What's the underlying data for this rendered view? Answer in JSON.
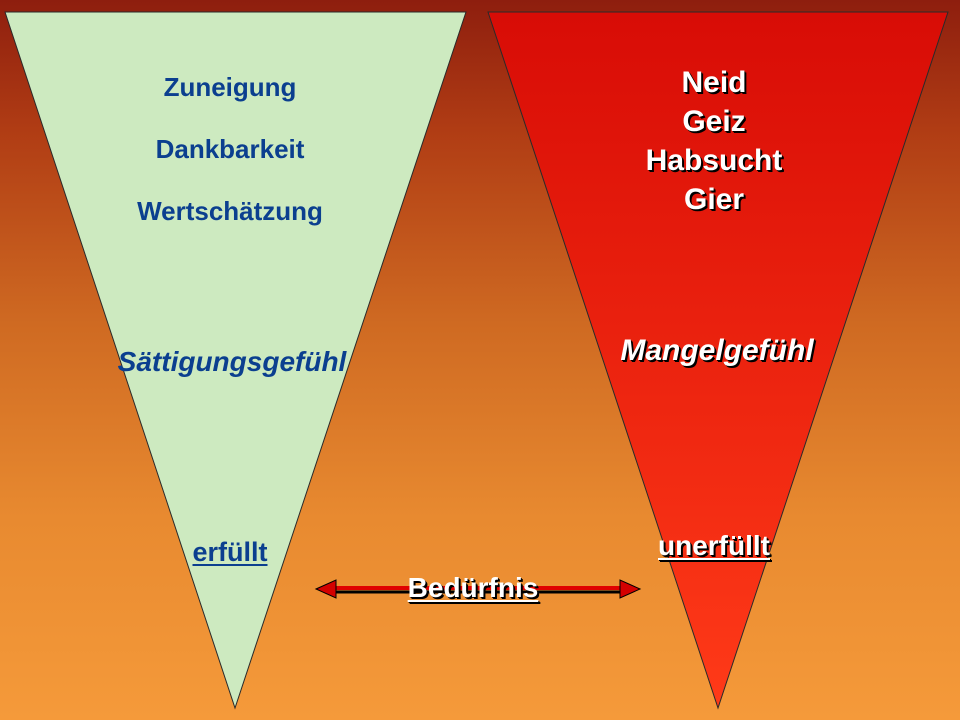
{
  "left_funnel": {
    "fill": "#cdeac0",
    "items": [
      "Zuneigung",
      "Dankbarkeit",
      "Wertschätzung"
    ],
    "feeling": "Sättigungsgefühl",
    "state": "erfüllt"
  },
  "right_funnel": {
    "fill": "#e8220e",
    "items": [
      "Neid",
      "Geiz",
      "Habsucht",
      "Gier"
    ],
    "feeling": "Mangelgefühl",
    "state": "unerfüllt"
  },
  "arrow": {
    "label": "Bedürfnis",
    "color": "#e00000"
  }
}
